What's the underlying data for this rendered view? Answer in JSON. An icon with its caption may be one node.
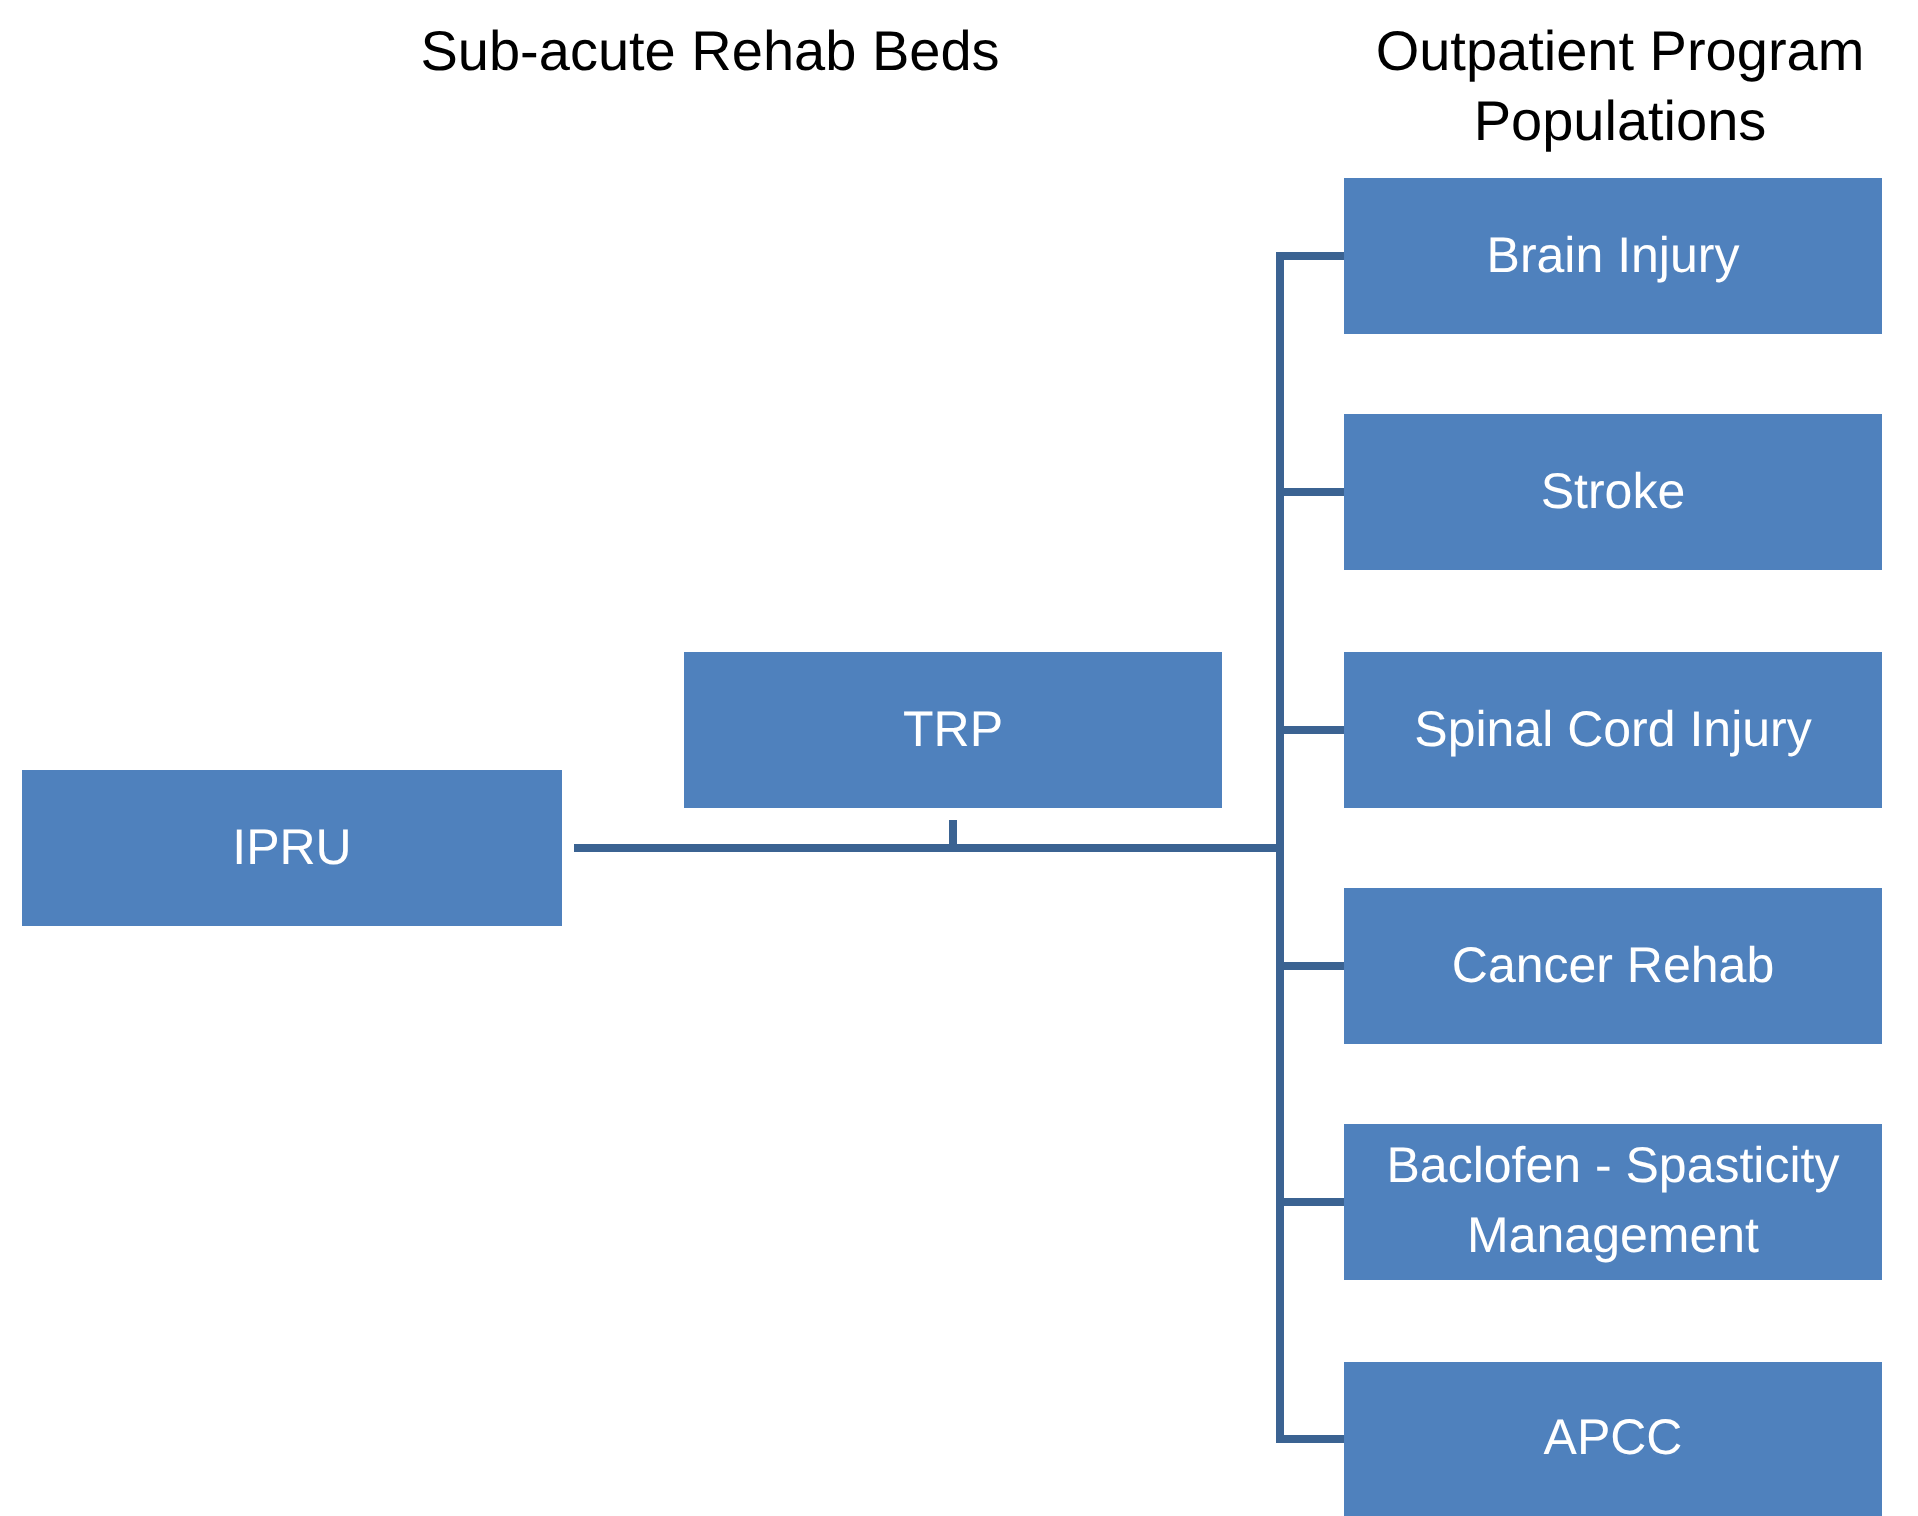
{
  "diagram": {
    "nodes": [
      {
        "text": [
          "IPRU"
        ]
      },
      {
        "text": [
          "TRP"
        ]
      },
      {
        "text": [
          "Brain Injury"
        ]
      },
      {
        "text": [
          "Stroke"
        ]
      },
      {
        "text": [
          "Spinal Cord Injury"
        ]
      },
      {
        "text": [
          "Cancer Rehab"
        ]
      },
      {
        "text": [
          "Baclofen - Spasticity Management"
        ]
      },
      {
        "text": [
          "APCC"
        ]
      }
    ],
    "edges": [
      {
        "from": 0,
        "to": 1,
        "arrow": "none"
      },
      {
        "from": 0,
        "to": 2,
        "arrow": "none"
      },
      {
        "from": 0,
        "to": 3,
        "arrow": "none"
      },
      {
        "from": 0,
        "to": 4,
        "arrow": "none"
      },
      {
        "from": 0,
        "to": 5,
        "arrow": "none"
      },
      {
        "from": 0,
        "to": 6,
        "arrow": "none"
      },
      {
        "from": 0,
        "to": 7,
        "arrow": "none"
      }
    ],
    "labels": [
      "Sub-acute Rehab Beds",
      "Outpatient Program Populations"
    ]
  }
}
